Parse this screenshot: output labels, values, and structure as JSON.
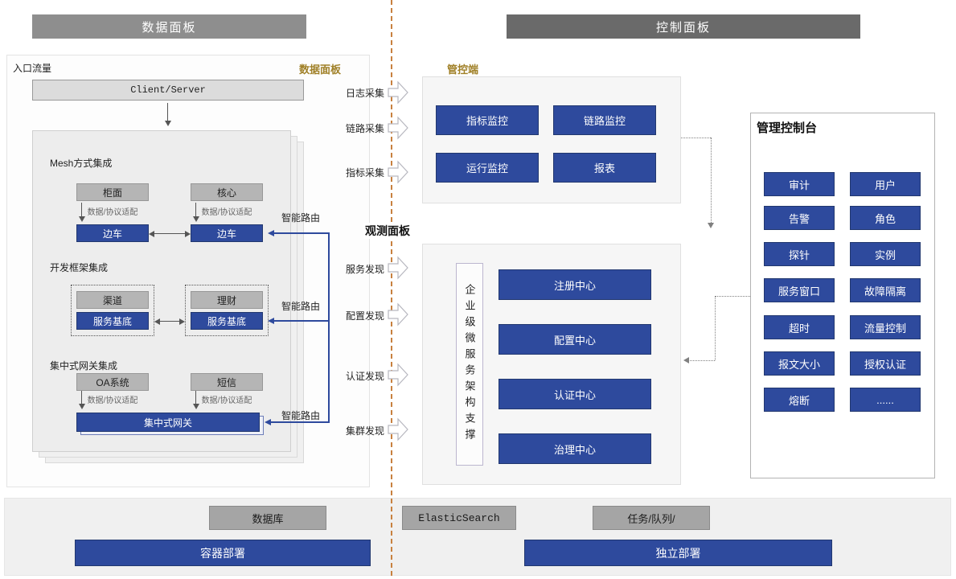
{
  "headers": {
    "left": "数据面板",
    "right": "控制面板"
  },
  "data_panel": {
    "entry_label": "入口流量",
    "corner_tag": "数据面板",
    "client_server": "Client/Server",
    "mesh": {
      "title": "Mesh方式集成",
      "left_app": "柜面",
      "right_app": "核心",
      "adapter": "数据/协议适配",
      "sidecar": "边车"
    },
    "framework": {
      "title": "开发框架集成",
      "left_app": "渠道",
      "right_app": "理财",
      "service_base": "服务基底"
    },
    "gateway": {
      "title": "集中式网关集成",
      "left_app": "OA系统",
      "right_app": "短信",
      "adapter": "数据/协议适配",
      "bar": "集中式网关"
    },
    "smart_route": "智能路由"
  },
  "flows": {
    "top": [
      "日志采集",
      "链路采集",
      "指标采集"
    ],
    "observe_title": "观测面板",
    "bottom": [
      "服务发现",
      "配置发现",
      "认证发现",
      "集群发现"
    ]
  },
  "control_panel": {
    "tag": "管控端",
    "monitors": [
      "指标监控",
      "链路监控",
      "运行监控",
      "报表"
    ],
    "support_vertical": "企业级微服务架构支撑",
    "centers": [
      "注册中心",
      "配置中心",
      "认证中心",
      "治理中心"
    ]
  },
  "console": {
    "title": "管理控制台",
    "items": [
      "审计",
      "用户",
      "告警",
      "角色",
      "探针",
      "实例",
      "服务窗口",
      "故障隔离",
      "超时",
      "流量控制",
      "报文大小",
      "授权认证",
      "熔断",
      "......"
    ]
  },
  "infrastructure": {
    "stores": [
      "数据库",
      "ElasticSearch",
      "任务/队列/"
    ],
    "deployments": [
      "容器部署",
      "独立部署"
    ]
  },
  "colors": {
    "accent_blue": "#2e4a9d",
    "gold": "#a08027",
    "divider_orange": "#c8813f",
    "header_left_gray": "#8e8e8e",
    "header_right_gray": "#6a6a6a"
  }
}
